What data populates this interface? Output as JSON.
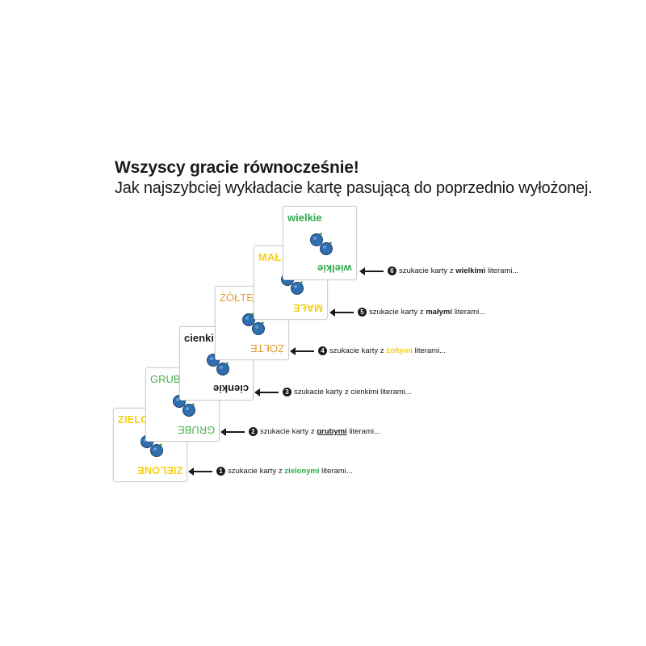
{
  "heading": {
    "line1": "Wszyscy gracie równocześnie!",
    "line2": "Jak najszybciej wykładacie kartę pasującą do poprzednio wyłożonej."
  },
  "cards": [
    {
      "word_top": "ZIELO",
      "word_bottom": "ZIELONE",
      "color": "#f2d21b",
      "weight": "bold"
    },
    {
      "word_top": "GRUB",
      "word_bottom": "GRUBE",
      "color": "#4caf50",
      "weight": "normal"
    },
    {
      "word_top": "cienki",
      "word_bottom": "cienkie",
      "color": "#1a1a1a",
      "weight": "bold"
    },
    {
      "word_top": "ŻÓŁTE",
      "word_bottom": "ŻÓŁTE",
      "color": "#e39b2d",
      "weight": "normal"
    },
    {
      "word_top": "MAŁ",
      "word_bottom": "MAŁE",
      "color": "#f2d21b",
      "weight": "bold"
    },
    {
      "word_top": "wielkie",
      "word_bottom": "wielkie",
      "color": "#2eaa4a",
      "weight": "bold"
    }
  ],
  "captions": [
    {
      "num": "1",
      "pre": "szukacie karty z ",
      "key": "zielonymi",
      "post": " literami...",
      "key_color": "#2eaa4a",
      "key_weight": "bold"
    },
    {
      "num": "2",
      "pre": "szukacie karty z ",
      "key": "grubymi",
      "post": " literami...",
      "key_color": "#1a1a1a",
      "key_weight": "bold"
    },
    {
      "num": "3",
      "pre": "szukacie karty z ",
      "key": "cienkimi",
      "post": " literami...",
      "key_color": "#1a1a1a",
      "key_weight": "normal"
    },
    {
      "num": "4",
      "pre": "szukacie karty z ",
      "key": "żółtymi",
      "post": " literami...",
      "key_color": "#f2d21b",
      "key_weight": "bold"
    },
    {
      "num": "5",
      "pre": "szukacie karty z ",
      "key": "małymi",
      "post": " literami...",
      "key_color": "#1a1a1a",
      "key_weight": "bold"
    },
    {
      "num": "6",
      "pre": "szukacie karty z ",
      "key": "wielkimi",
      "post": " literami...",
      "key_color": "#1a1a1a",
      "key_weight": "bold"
    }
  ]
}
